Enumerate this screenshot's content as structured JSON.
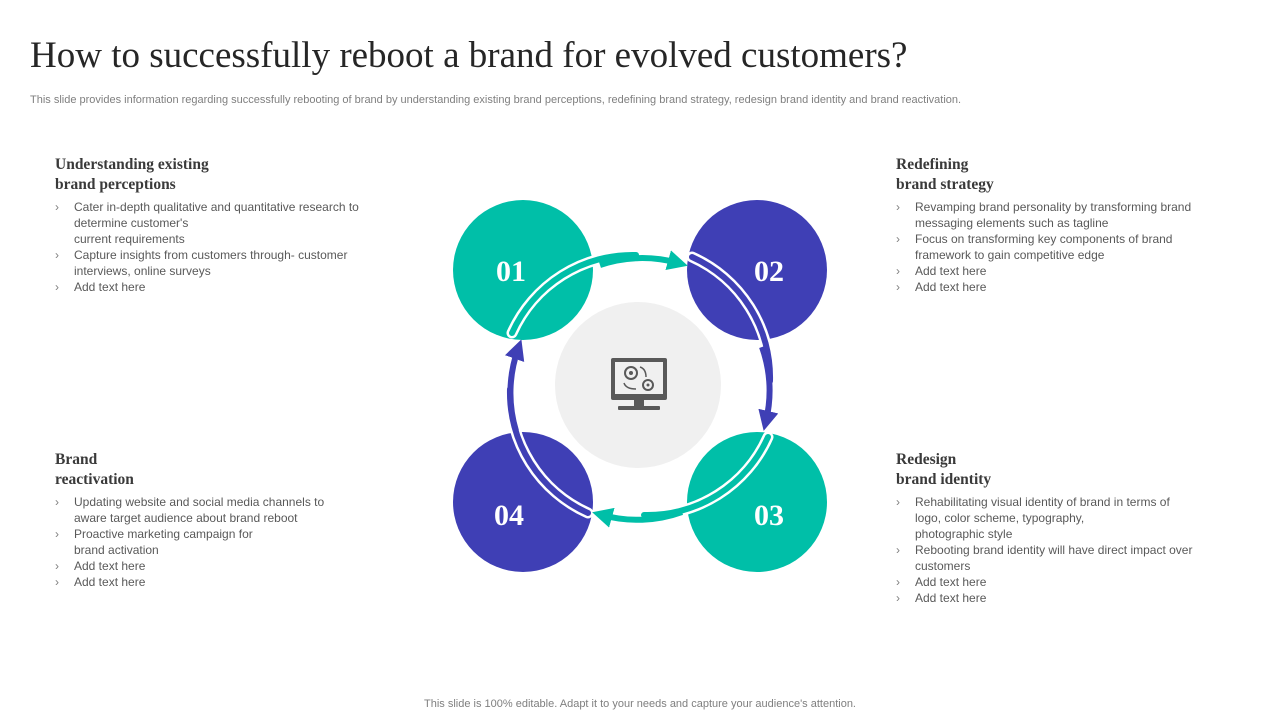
{
  "slide": {
    "title": "How to successfully reboot a brand for evolved customers?",
    "subtitle": "This slide provides information regarding successfully rebooting of brand by understanding existing brand perceptions, redefining brand strategy, redesign brand identity and brand reactivation.",
    "footer": "This slide is 100% editable. Adapt it to your needs and capture your audience's attention."
  },
  "colors": {
    "teal": "#00bfa8",
    "indigo": "#3f3fb5",
    "center_bg": "#f0f0f0",
    "icon": "#595959"
  },
  "steps": [
    {
      "number": "01",
      "heading": [
        "Understanding existing",
        "brand perceptions"
      ],
      "bullets": [
        [
          "Cater in-depth qualitative and quantitative research to",
          "determine customer's",
          "current requirements"
        ],
        [
          "Capture insights from customers through- customer",
          "interviews, online surveys"
        ],
        [
          "Add text here"
        ]
      ]
    },
    {
      "number": "02",
      "heading": [
        "Redefining",
        "brand strategy"
      ],
      "bullets": [
        [
          "Revamping brand personality by transforming brand",
          "messaging elements such as tagline"
        ],
        [
          "Focus on transforming key components of brand",
          "framework to gain competitive edge"
        ],
        [
          "Add text here"
        ],
        [
          "Add text here"
        ]
      ]
    },
    {
      "number": "03",
      "heading": [
        "Redesign",
        "brand identity"
      ],
      "bullets": [
        [
          "Rehabilitating visual identity of brand in terms of",
          "logo, color scheme, typography,",
          "photographic style"
        ],
        [
          "Rebooting brand identity will have direct impact over",
          "customers"
        ],
        [
          "Add text here"
        ],
        [
          "Add text here"
        ]
      ]
    },
    {
      "number": "04",
      "heading": [
        "Brand",
        "reactivation"
      ],
      "bullets": [
        [
          "Updating website and social media channels to",
          "aware target audience about brand reboot"
        ],
        [
          "Proactive marketing campaign for",
          "brand activation"
        ],
        [
          "Add text here"
        ],
        [
          "Add text here"
        ]
      ]
    }
  ],
  "center_icon": "computer-settings-icon"
}
